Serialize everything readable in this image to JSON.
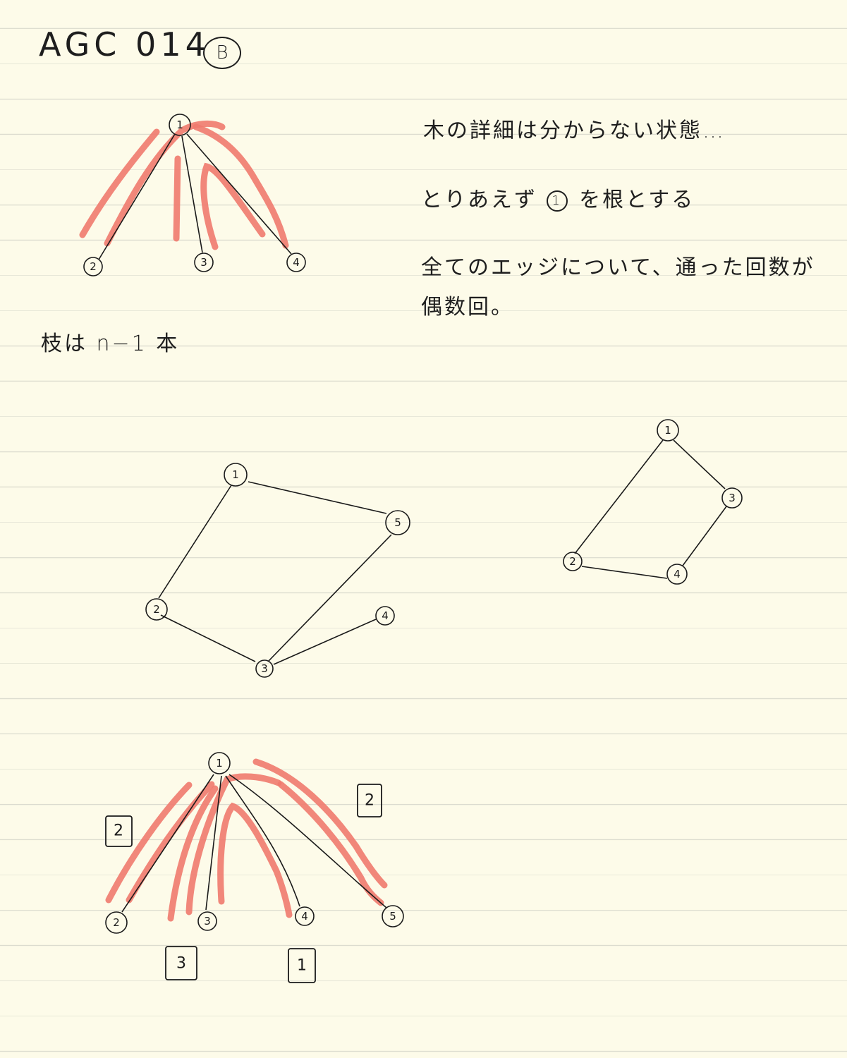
{
  "title": {
    "text": "AGC 014",
    "badge": "B"
  },
  "notes": {
    "line1": "木の詳細は分からない状態…",
    "line2_prefix": "とりあえず",
    "line2_node": "1",
    "line2_suffix": "を根とする",
    "line3": "全てのエッジについて、通った回数が",
    "line4": "偶数回。",
    "edges": "枝は n−1 本"
  },
  "diagrams": {
    "tree1": {
      "nodes": [
        "1",
        "2",
        "3",
        "4"
      ]
    },
    "graph2": {
      "nodes": [
        "1",
        "2",
        "3",
        "4",
        "5"
      ]
    },
    "graph3": {
      "nodes": [
        "1",
        "2",
        "3",
        "4"
      ]
    },
    "tree4": {
      "nodes": [
        "1",
        "2",
        "3",
        "4",
        "5"
      ],
      "counts": [
        "2",
        "3",
        "1",
        "2"
      ]
    }
  },
  "colors": {
    "highlight": "#f07a6e",
    "ink": "#1a1a1a",
    "paper": "#fdfbe9"
  }
}
